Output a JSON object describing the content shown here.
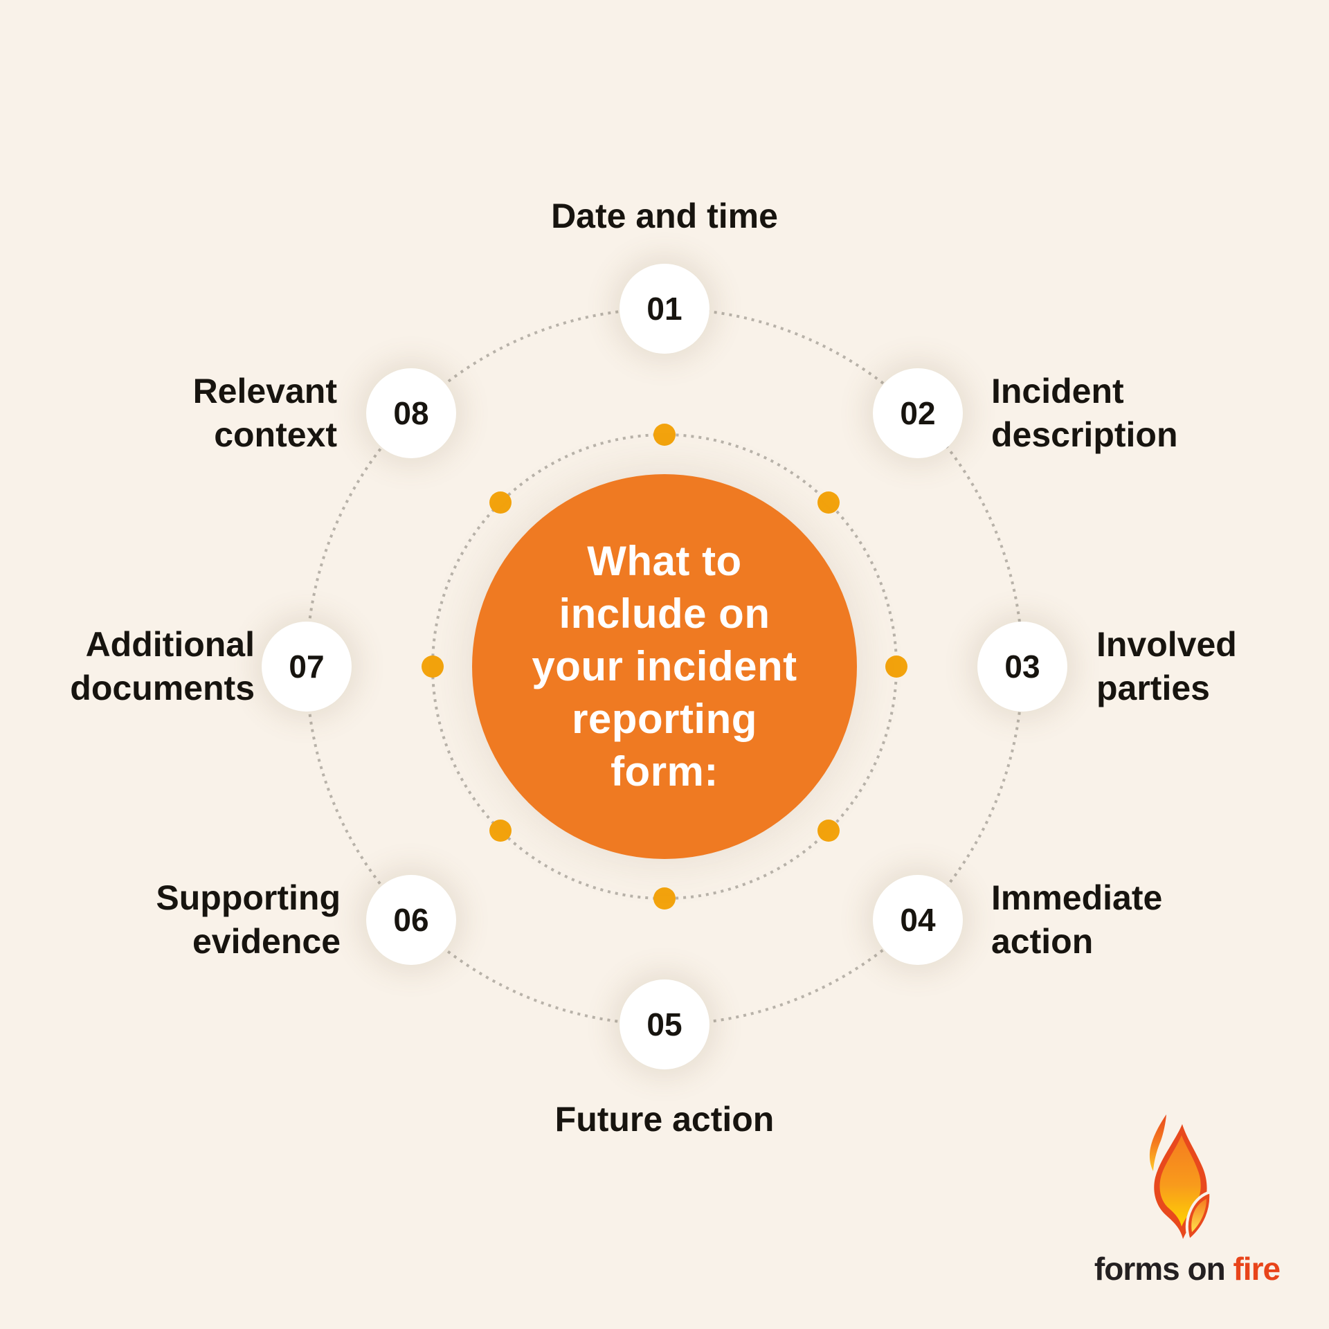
{
  "title": {
    "full": "What to include on your incident reporting form:",
    "lines": [
      "What to",
      "include on",
      "your incident",
      "reporting",
      "form:"
    ]
  },
  "items": [
    {
      "number": "01",
      "label": "Date and time",
      "lines": [
        "Date and time"
      ],
      "position": "top"
    },
    {
      "number": "02",
      "label": "Incident description",
      "lines": [
        "Incident",
        "description"
      ],
      "position": "upper-right"
    },
    {
      "number": "03",
      "label": "Involved parties",
      "lines": [
        "Involved",
        "parties"
      ],
      "position": "right"
    },
    {
      "number": "04",
      "label": "Immediate action",
      "lines": [
        "Immediate",
        "action"
      ],
      "position": "lower-right"
    },
    {
      "number": "05",
      "label": "Future action",
      "lines": [
        "Future action"
      ],
      "position": "bottom"
    },
    {
      "number": "06",
      "label": "Supporting evidence",
      "lines": [
        "Supporting",
        "evidence"
      ],
      "position": "lower-left"
    },
    {
      "number": "07",
      "label": "Additional documents",
      "lines": [
        "Additional",
        "documents"
      ],
      "position": "left"
    },
    {
      "number": "08",
      "label": "Relevant context",
      "lines": [
        "Relevant",
        "context"
      ],
      "position": "upper-left"
    }
  ],
  "logo": {
    "name_dark": "forms on",
    "name_accent": "fire",
    "icon": "flame-icon"
  },
  "colors": {
    "background": "#F9F2E9",
    "center_circle": "#EF7A22",
    "center_text": "#FFFFFF",
    "amber_dot": "#F3A30D",
    "ring_dots": "#B8B2A9",
    "label_text": "#17140F",
    "circle_fill": "#FFFFFF",
    "logo_dark": "#242021",
    "logo_accent": "#E8441A"
  }
}
